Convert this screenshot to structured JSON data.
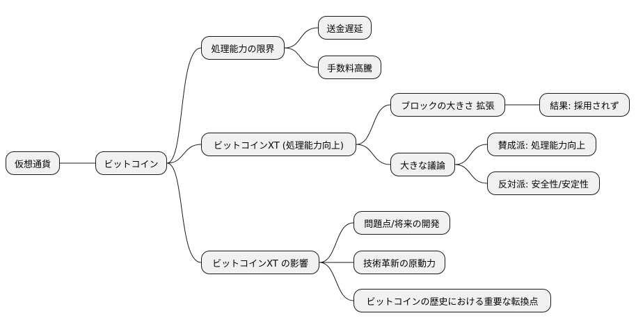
{
  "colors": {
    "node_fill": "#f1f1f1",
    "node_border": "#181818",
    "edge": "#181818"
  },
  "mindmap": {
    "root": "仮想通貨",
    "bitcoin": "ビットコイン",
    "capacity": {
      "label": "処理能力の限界",
      "children": [
        "送金遅延",
        "手数料高騰"
      ]
    },
    "xt": {
      "label": "ビットコインXT (処理能力向上)",
      "block": {
        "label": "ブロックの大きさ 拡張",
        "result": "結果: 採用されず"
      },
      "debate": {
        "label": "大きな議論",
        "pro": "賛成派: 処理能力向上",
        "con": "反対派: 安全性/安定性"
      }
    },
    "impact": {
      "label": "ビットコインXT の影響",
      "children": [
        "問題点/将来の開発",
        "技術革新の原動力",
        "ビットコインの歴史における重要な転換点"
      ]
    }
  }
}
